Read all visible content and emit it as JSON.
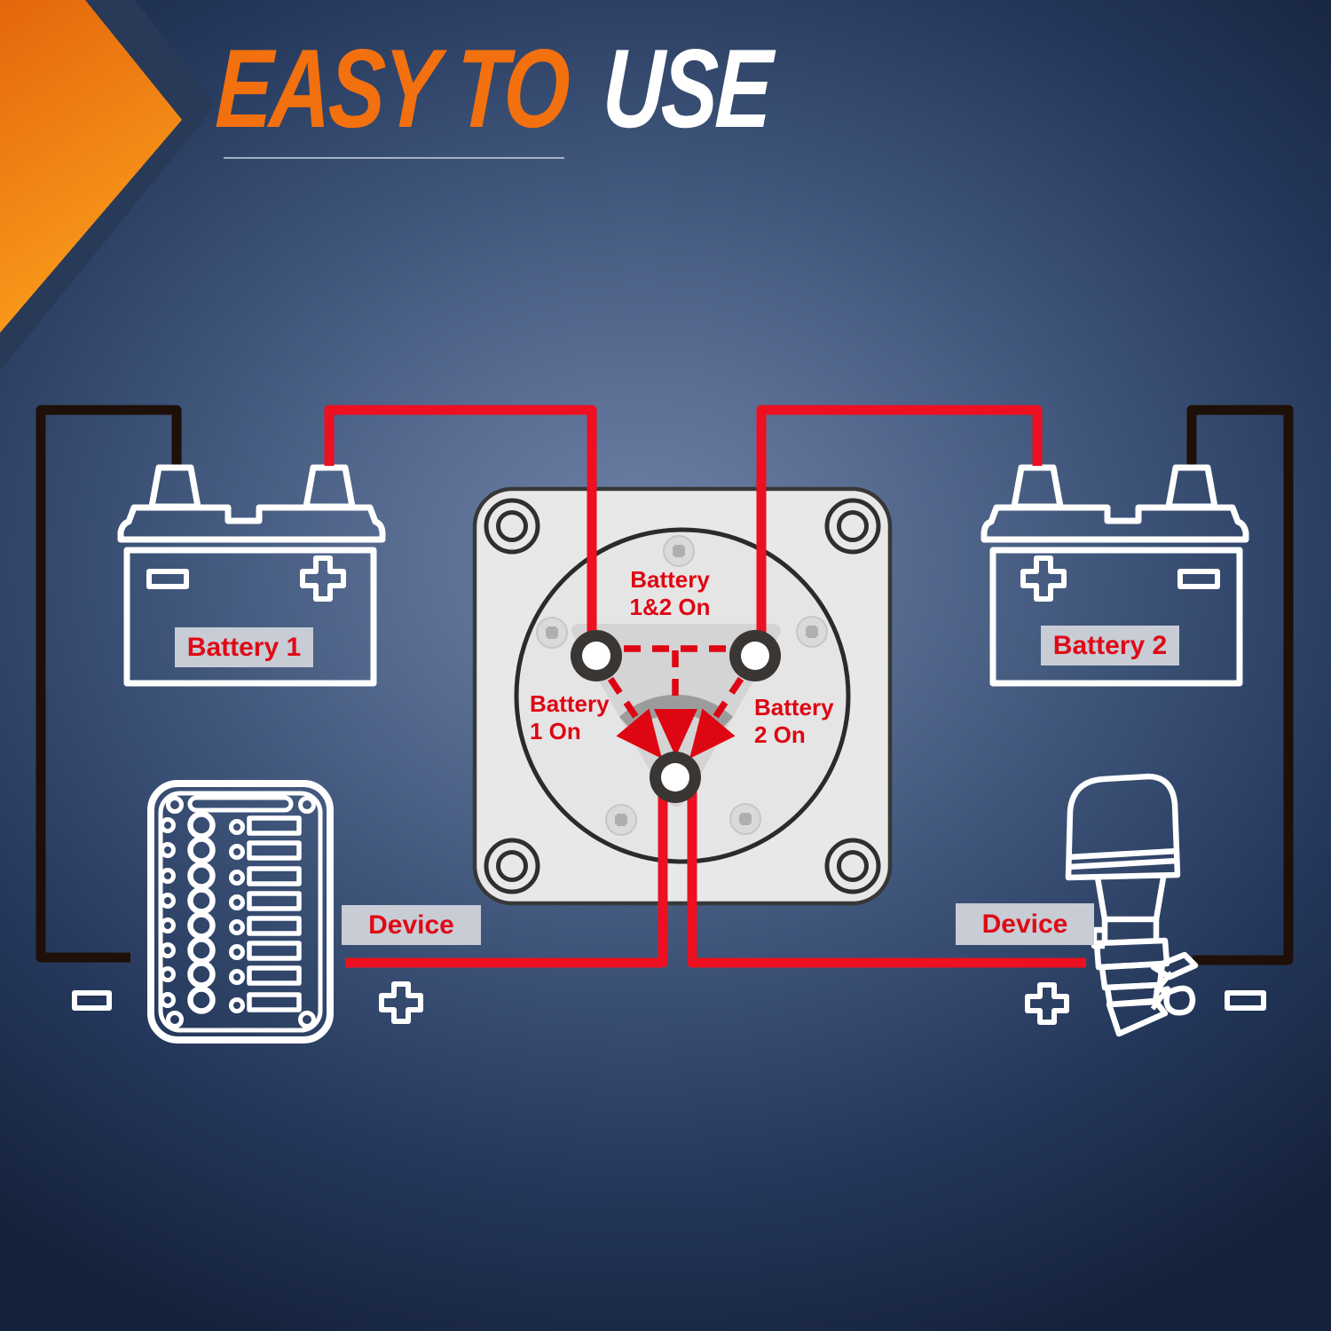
{
  "header": {
    "title_highlight": "EASY TO",
    "title_rest": "USE"
  },
  "colors": {
    "accent_orange": "#F3700F",
    "chevron_orange_top": "#E4660C",
    "chevron_orange_bottom": "#FA9E1B",
    "chevron_shadow_navy": "#283A58",
    "title_white": "#FFFFFF",
    "diagram_red": "#DE0613",
    "wire_red": "#EC1020",
    "wire_black": "#1E0F08",
    "outline_white": "#FFFFFF",
    "label_bg_gray": "#C7CCD5",
    "switch_plate_gray": "#E8E8E8",
    "switch_knob_gray": "#D4D4D4",
    "switch_terminal_dark": "#3A3633",
    "background_center": "#6E82A8",
    "background_edge": "#15223C"
  },
  "diagram": {
    "battery1": {
      "label": "Battery 1"
    },
    "battery2": {
      "label": "Battery 2"
    },
    "selector_switch": {
      "positions": [
        {
          "line1": "Battery",
          "line2": "1&2 On"
        },
        {
          "line1": "Battery",
          "line2": "1 On"
        },
        {
          "line1": "Battery",
          "line2": "2 On"
        }
      ]
    },
    "device_left": {
      "label": "Device"
    },
    "device_right": {
      "label": "Device"
    },
    "polarity_markers": [
      "minus",
      "plus",
      "plus",
      "minus"
    ]
  }
}
